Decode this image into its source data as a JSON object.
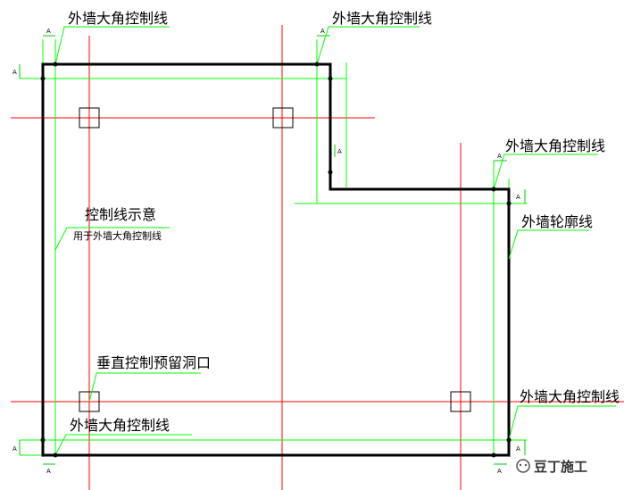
{
  "labels": {
    "corner_top_left": "外墙大角控制线",
    "corner_top_right": "外墙大角控制线",
    "corner_right_step": "外墙大角控制线",
    "outline": "外墙轮廓线",
    "control_title": "控制线示意",
    "control_sub": "用于外墙大角控制线",
    "opening": "垂直控制预留洞口",
    "corner_bottom_left": "外墙大角控制线",
    "corner_bottom_right": "外墙大角控制线"
  },
  "dimension_mark": "A",
  "watermark": "豆丁施工",
  "colors": {
    "wall": "#000000",
    "axis": "#ff0000",
    "control": "#00ff00",
    "dimension": "#00cc00"
  }
}
